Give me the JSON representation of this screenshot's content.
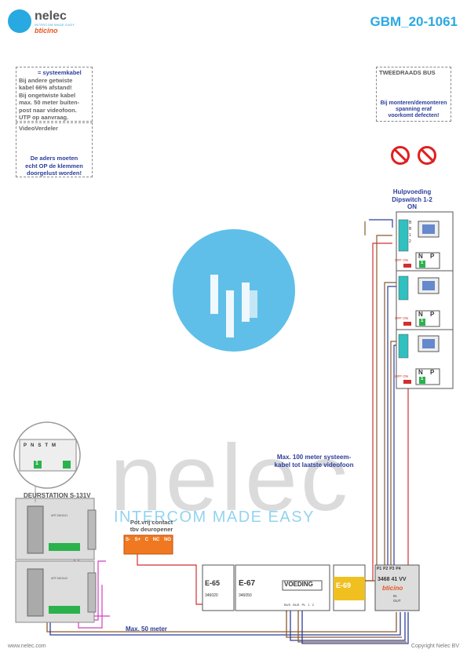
{
  "brand": {
    "name": "nelec",
    "tagline": "INTERCOM MADE EASY",
    "sub": "bticino"
  },
  "doc_code": "GBM_20-1061",
  "notes": {
    "cable": {
      "header": "= systeemkabel",
      "lines": [
        "Bij andere getwiste",
        "kabel 66% afstand!",
        "Bij ongetwiste kabel",
        "max. 50 meter buiten-",
        "post naar videofoon.",
        "UTP op aanvraag."
      ]
    },
    "videoverdeler": {
      "title": "VideoVerdeler",
      "lines": [
        "De aders moeten",
        "echt OP de klemmen",
        "doorgelust worden!"
      ]
    },
    "bus": {
      "title": "TWEEDRAADS BUS",
      "lines": [
        "Bij monteren/demonteren",
        "spanning eraf",
        "voorkomt defecten!"
      ]
    }
  },
  "hulpvoeding": {
    "lines": [
      "Hulpvoeding",
      "Dipswitch 1-2",
      "ON"
    ]
  },
  "max100": {
    "lines": [
      "Max. 100 meter systeem-",
      "kabel tot laatste videofoon"
    ]
  },
  "max50": "Max. 50 meter",
  "deurstation": {
    "title": "DEURSTATION S-131V",
    "dip_labels": [
      "P",
      "N",
      "S",
      "T",
      "M"
    ],
    "dip_value": "1",
    "art1": "ART.3461041",
    "art2": "ART.3461042"
  },
  "potvrij": {
    "lines": [
      "Pot.vrij contact",
      "tbv deuropener"
    ],
    "terminals": [
      "S-",
      "S+",
      "C",
      "NC",
      "NO"
    ]
  },
  "devices": {
    "e65": {
      "name": "E-65",
      "code": "346020"
    },
    "e67": {
      "name": "E-67",
      "code": "346050",
      "label": "VOEDING",
      "terminals": [
        "BUS",
        "BUS",
        "PL",
        "1",
        "2"
      ]
    },
    "e69": {
      "name": "E-69"
    },
    "vv": {
      "code": "3468 41",
      "suffix": "VV",
      "ports": [
        "P1",
        "P2",
        "P3",
        "P4"
      ],
      "in_out": [
        "IN",
        "OUT"
      ],
      "brand": "bticino"
    }
  },
  "monitor": {
    "terminals": [
      "B",
      "B",
      "1",
      "2"
    ],
    "np": [
      "N",
      "P"
    ],
    "np_value": "1",
    "offon": "OFF ON"
  },
  "watermark": {
    "word": "nelec",
    "tag": "INTERCOM MADE EASY"
  },
  "footer": {
    "left": "www.nelec.com",
    "right": "Copyright Nelec BV"
  },
  "colors": {
    "accent": "#29a9e1",
    "wire_brown": "#8b5a2b",
    "wire_blue": "#2c3e9c",
    "wire_red": "#d03030",
    "wire_magenta": "#d040c0",
    "device_orange": "#f07820",
    "device_green": "#2bb24c",
    "warning_red": "#e02020"
  }
}
